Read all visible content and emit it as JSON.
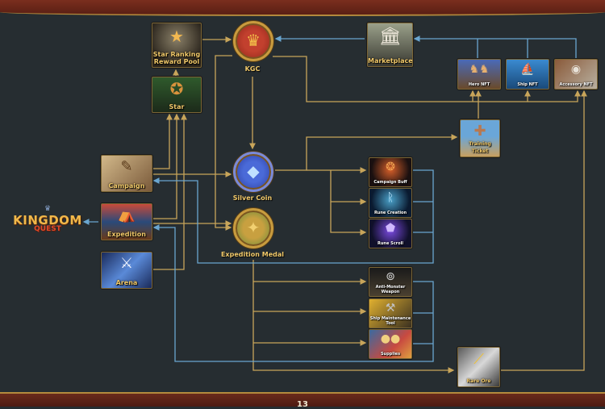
{
  "diagram": {
    "title_logo": {
      "line1": "KINGDOM",
      "line2": "QUEST",
      "crown": "♛"
    },
    "page_number": "13",
    "colors": {
      "background": "#262d31",
      "gold_line": "#c8a55a",
      "blue_line": "#6aa6d0",
      "label_gold": "#f1c96a",
      "frame": "#7a2e1e"
    },
    "nodes": {
      "star_ranking_pool": {
        "label": "Star Ranking Reward Pool",
        "icon": "trophy-pool-icon"
      },
      "star": {
        "label": "Star",
        "icon": "star-shield-icon"
      },
      "kgc": {
        "label": "KGC",
        "icon": "crown-coin-icon"
      },
      "marketplace": {
        "label": "Marketplace",
        "icon": "building-icon"
      },
      "hero_nft": {
        "label": "Hero NFT",
        "icon": "heroes-icon"
      },
      "ship_nft": {
        "label": "Ship NFT",
        "icon": "ship-icon"
      },
      "accessory_nft": {
        "label": "Accessory NFT",
        "icon": "shield-icon"
      },
      "training_ticket": {
        "label": "Training Ticket",
        "icon": "training-dummy-icon"
      },
      "campaign": {
        "label": "Campaign",
        "icon": "map-icon"
      },
      "expedition": {
        "label": "Expedition",
        "icon": "tent-icon"
      },
      "arena": {
        "label": "Arena",
        "icon": "swords-icon"
      },
      "silver_coin": {
        "label": "Silver Coin",
        "icon": "crystal-coin-icon"
      },
      "expedition_medal": {
        "label": "Expedition Medal",
        "icon": "medal-coin-icon"
      },
      "campaign_buff": {
        "label": "Campaign Buff",
        "icon": "buff-icon"
      },
      "rune_creation": {
        "label": "Rune Creation",
        "icon": "rune-creation-icon"
      },
      "rune_scroll": {
        "label": "Rune Scroll",
        "icon": "rune-scroll-icon"
      },
      "anti_monster_weapon": {
        "label": "Anti-Monster Weapon",
        "icon": "cannon-icon"
      },
      "ship_maintenance_tool": {
        "label": "Ship Maintenance Tool",
        "icon": "hammer-icon"
      },
      "supplies": {
        "label": "Supplies",
        "icon": "supplies-icon"
      },
      "rare_ore": {
        "label": "Rare Ore",
        "icon": "ore-icon"
      }
    },
    "edges": [
      {
        "from": "Star",
        "to": "Star Ranking Reward Pool",
        "type": "gold"
      },
      {
        "from": "Star Ranking Reward Pool",
        "to": "KGC",
        "type": "gold"
      },
      {
        "from": "Marketplace",
        "to": "KGC",
        "type": "blue"
      },
      {
        "from": "Hero NFT",
        "to": "Marketplace",
        "type": "blue"
      },
      {
        "from": "Ship NFT",
        "to": "Marketplace",
        "type": "blue"
      },
      {
        "from": "Accessory NFT",
        "to": "Marketplace",
        "type": "blue"
      },
      {
        "from": "KGC",
        "to": "Hero NFT / Ship NFT / Accessory NFT",
        "type": "gold"
      },
      {
        "from": "KGC",
        "to": "Silver Coin",
        "type": "gold"
      },
      {
        "from": "KGC",
        "to": "Expedition Medal",
        "type": "gold"
      },
      {
        "from": "Training Ticket",
        "to": "Hero NFT",
        "type": "gold"
      },
      {
        "from": "Silver Coin",
        "to": "Training Ticket",
        "type": "gold"
      },
      {
        "from": "Silver Coin",
        "to": "Campaign Buff",
        "type": "gold"
      },
      {
        "from": "Silver Coin",
        "to": "Rune Creation",
        "type": "gold"
      },
      {
        "from": "Silver Coin",
        "to": "Rune Scroll",
        "type": "gold"
      },
      {
        "from": "Campaign Buff / Rune Creation / Rune Scroll",
        "to": "Campaign",
        "type": "blue"
      },
      {
        "from": "Campaign",
        "to": "Star",
        "type": "gold"
      },
      {
        "from": "Campaign",
        "to": "Silver Coin",
        "type": "gold"
      },
      {
        "from": "Expedition",
        "to": "Star",
        "type": "gold"
      },
      {
        "from": "Expedition",
        "to": "Expedition Medal",
        "type": "gold"
      },
      {
        "from": "Expedition",
        "to": "Kingdom Quest",
        "type": "blue"
      },
      {
        "from": "Arena",
        "to": "Star",
        "type": "gold"
      },
      {
        "from": "Expedition Medal",
        "to": "Anti-Monster Weapon",
        "type": "gold"
      },
      {
        "from": "Expedition Medal",
        "to": "Ship Maintenance Tool",
        "type": "gold"
      },
      {
        "from": "Expedition Medal",
        "to": "Supplies",
        "type": "gold"
      },
      {
        "from": "Expedition Medal",
        "to": "Rare Ore",
        "type": "gold"
      },
      {
        "from": "Anti-Monster Weapon / Ship Maintenance Tool / Supplies",
        "to": "Expedition",
        "type": "blue"
      },
      {
        "from": "Rare Ore",
        "to": "Accessory NFT",
        "type": "gold"
      }
    ]
  }
}
